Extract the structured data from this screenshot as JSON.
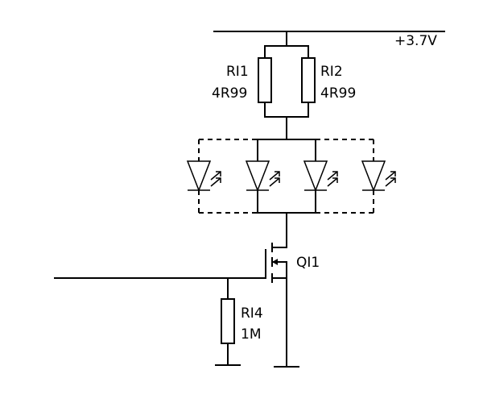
{
  "supply": {
    "label": "+3.7V"
  },
  "resistors": [
    {
      "ref": "RI1",
      "value": "4R99"
    },
    {
      "ref": "RI2",
      "value": "4R99"
    },
    {
      "ref": "RI4",
      "value": "1M"
    }
  ],
  "transistor": {
    "ref": "QI1"
  },
  "leds": [
    {
      "state": "optional"
    },
    {
      "state": "fitted"
    },
    {
      "state": "fitted"
    },
    {
      "state": "optional"
    }
  ]
}
